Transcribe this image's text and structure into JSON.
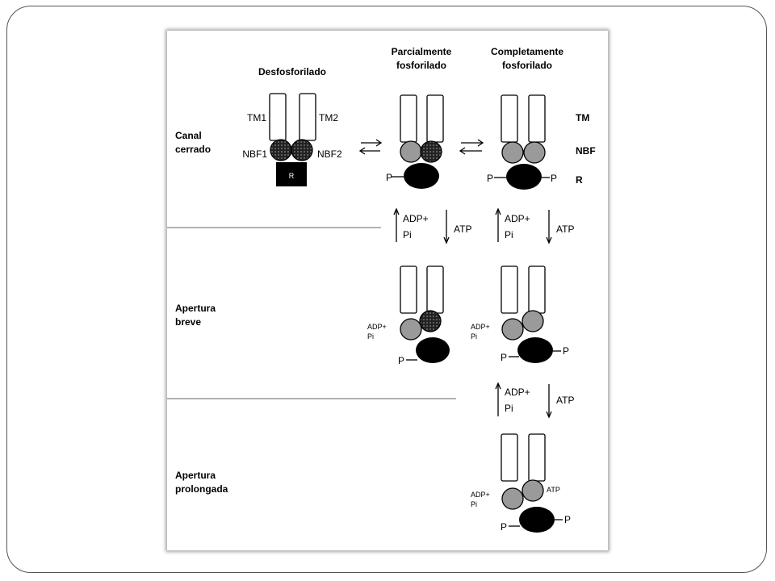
{
  "headers": {
    "desfosforilado": "Desfosforilado",
    "parcial_1": "Parcialmente",
    "parcial_2": "fosforilado",
    "completo_1": "Completamente",
    "completo_2": "fosforilado"
  },
  "rows": {
    "canal_1": "Canal",
    "canal_2": "cerrado",
    "breve_1": "Apertura",
    "breve_2": "breve",
    "prolongada_1": "Apertura",
    "prolongada_2": "prolongada"
  },
  "domain_labels": {
    "tm1": "TM1",
    "tm2": "TM2",
    "nbf1": "NBF1",
    "nbf2": "NBF2",
    "tm": "TM",
    "nbf": "NBF",
    "r": "R"
  },
  "symbols": {
    "p": "P",
    "pi": "Pi",
    "adp": "ADP+",
    "atp": "ATP"
  }
}
